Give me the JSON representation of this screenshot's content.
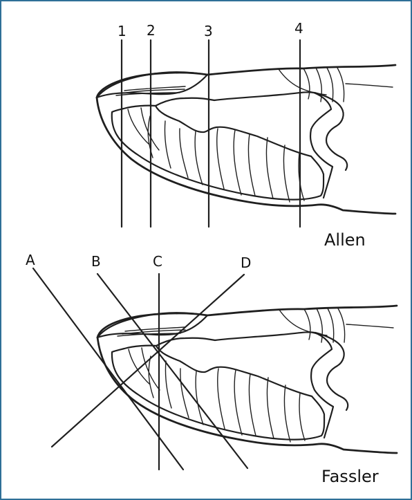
{
  "figure": {
    "top_panel": {
      "label": "Allen",
      "line_labels": [
        "1",
        "2",
        "3",
        "4"
      ]
    },
    "bottom_panel": {
      "label": "Fassler",
      "line_labels": [
        "A",
        "B",
        "C",
        "D"
      ]
    }
  },
  "colors": {
    "frame": "#2f6f97",
    "ink": "#1f1f1f",
    "background": "#ffffff"
  }
}
